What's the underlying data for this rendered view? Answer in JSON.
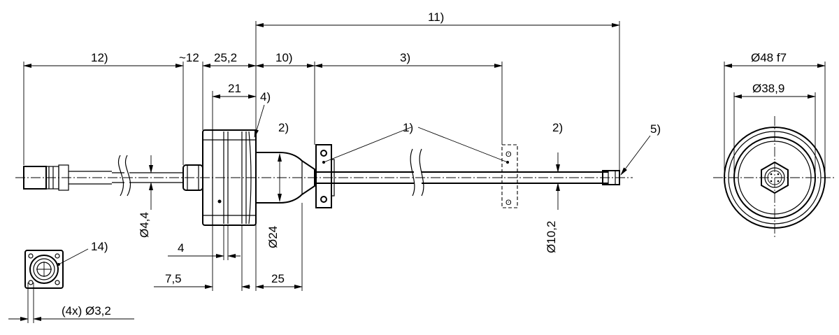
{
  "labels": {
    "d11": "11)",
    "d12": "12)",
    "d_tilde12": "~12",
    "d25_2": "25,2",
    "d10": "10)",
    "d3": "3)",
    "d21": "21",
    "d4_callout": "4)",
    "d2_left": "2)",
    "d1_callout": "1)",
    "d2_right": "2)",
    "d5_callout": "5)",
    "dia4_4": "Ø4,4",
    "dia24": "Ø24",
    "dia10_2": "Ø10,2",
    "d4": "4",
    "d7_5": "7,5",
    "d25": "25",
    "d14_callout": "14)",
    "holes": "(4x) Ø3,2",
    "dia48": "Ø48 f7",
    "dia38_9": "Ø38,9"
  }
}
